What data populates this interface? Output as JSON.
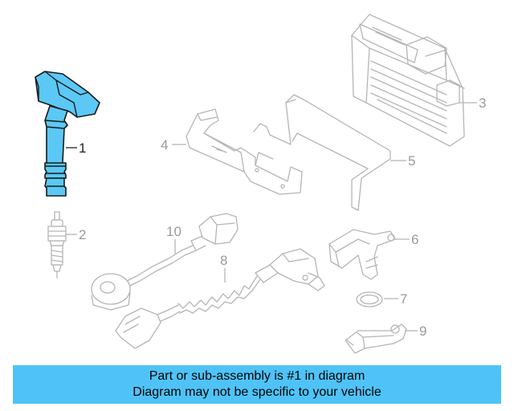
{
  "callouts": {
    "c1": "1",
    "c2": "2",
    "c3": "3",
    "c4": "4",
    "c5": "5",
    "c6": "6",
    "c7": "7",
    "c8": "8",
    "c9": "9",
    "c10": "10"
  },
  "highlight_color": "#5bc8f5",
  "banner": {
    "line1": "Part or sub-assembly is #1 in diagram",
    "line2": "Diagram may not be specific to your vehicle",
    "color": "#4fc3f7"
  }
}
